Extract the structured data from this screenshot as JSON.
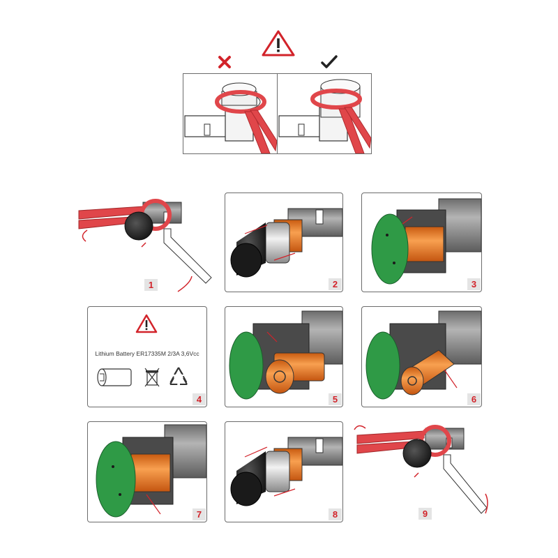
{
  "colors": {
    "accent_red": "#d2232a",
    "tool_red": "#e0464a",
    "module_orange": "#f07f26",
    "board_green": "#2f9a46",
    "cylinder_grey": "#8c8c8c",
    "dark_cap": "#2b2b2b",
    "panel_border": "#6b6b6b",
    "step_badge": "#e4e4e4"
  },
  "warning": {
    "icon": "warning-triangle-icon",
    "wrong_icon": "cross-icon",
    "right_icon": "check-icon"
  },
  "steps": [
    {
      "number": "1"
    },
    {
      "number": "2"
    },
    {
      "number": "3"
    },
    {
      "number": "4",
      "warning_icon": "warning-triangle-icon",
      "battery_text": "Lithium Battery ER17335M 2/3A 3,6Vcc",
      "icons": [
        "battery-icon",
        "crossed-bin-icon",
        "recycle-icon"
      ]
    },
    {
      "number": "5"
    },
    {
      "number": "6"
    },
    {
      "number": "7"
    },
    {
      "number": "8"
    },
    {
      "number": "9"
    }
  ]
}
